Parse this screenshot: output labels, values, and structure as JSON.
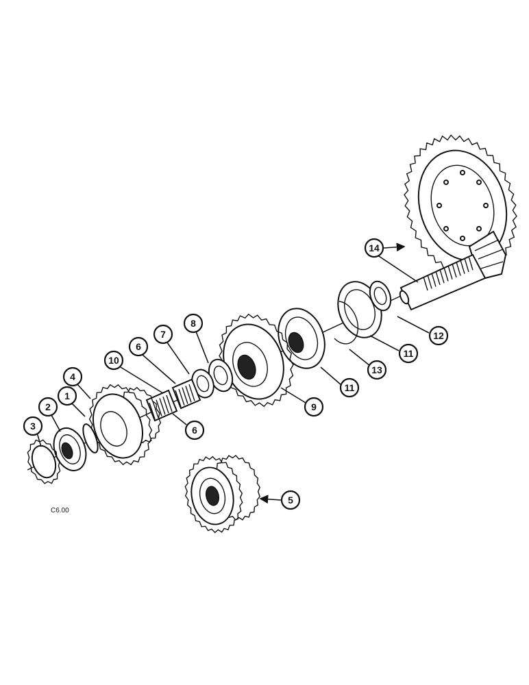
{
  "figure_code": "C6.00",
  "callouts": [
    {
      "id": "c1",
      "label": "1"
    },
    {
      "id": "c2",
      "label": "2"
    },
    {
      "id": "c3",
      "label": "3"
    },
    {
      "id": "c4",
      "label": "4"
    },
    {
      "id": "c5",
      "label": "5"
    },
    {
      "id": "c6a",
      "label": "6"
    },
    {
      "id": "c6b",
      "label": "6"
    },
    {
      "id": "c7",
      "label": "7"
    },
    {
      "id": "c8",
      "label": "8"
    },
    {
      "id": "c9",
      "label": "9"
    },
    {
      "id": "c10",
      "label": "10"
    },
    {
      "id": "c11a",
      "label": "11"
    },
    {
      "id": "c11b",
      "label": "11"
    },
    {
      "id": "c12",
      "label": "12"
    },
    {
      "id": "c13",
      "label": "13"
    },
    {
      "id": "c14",
      "label": "14"
    }
  ]
}
